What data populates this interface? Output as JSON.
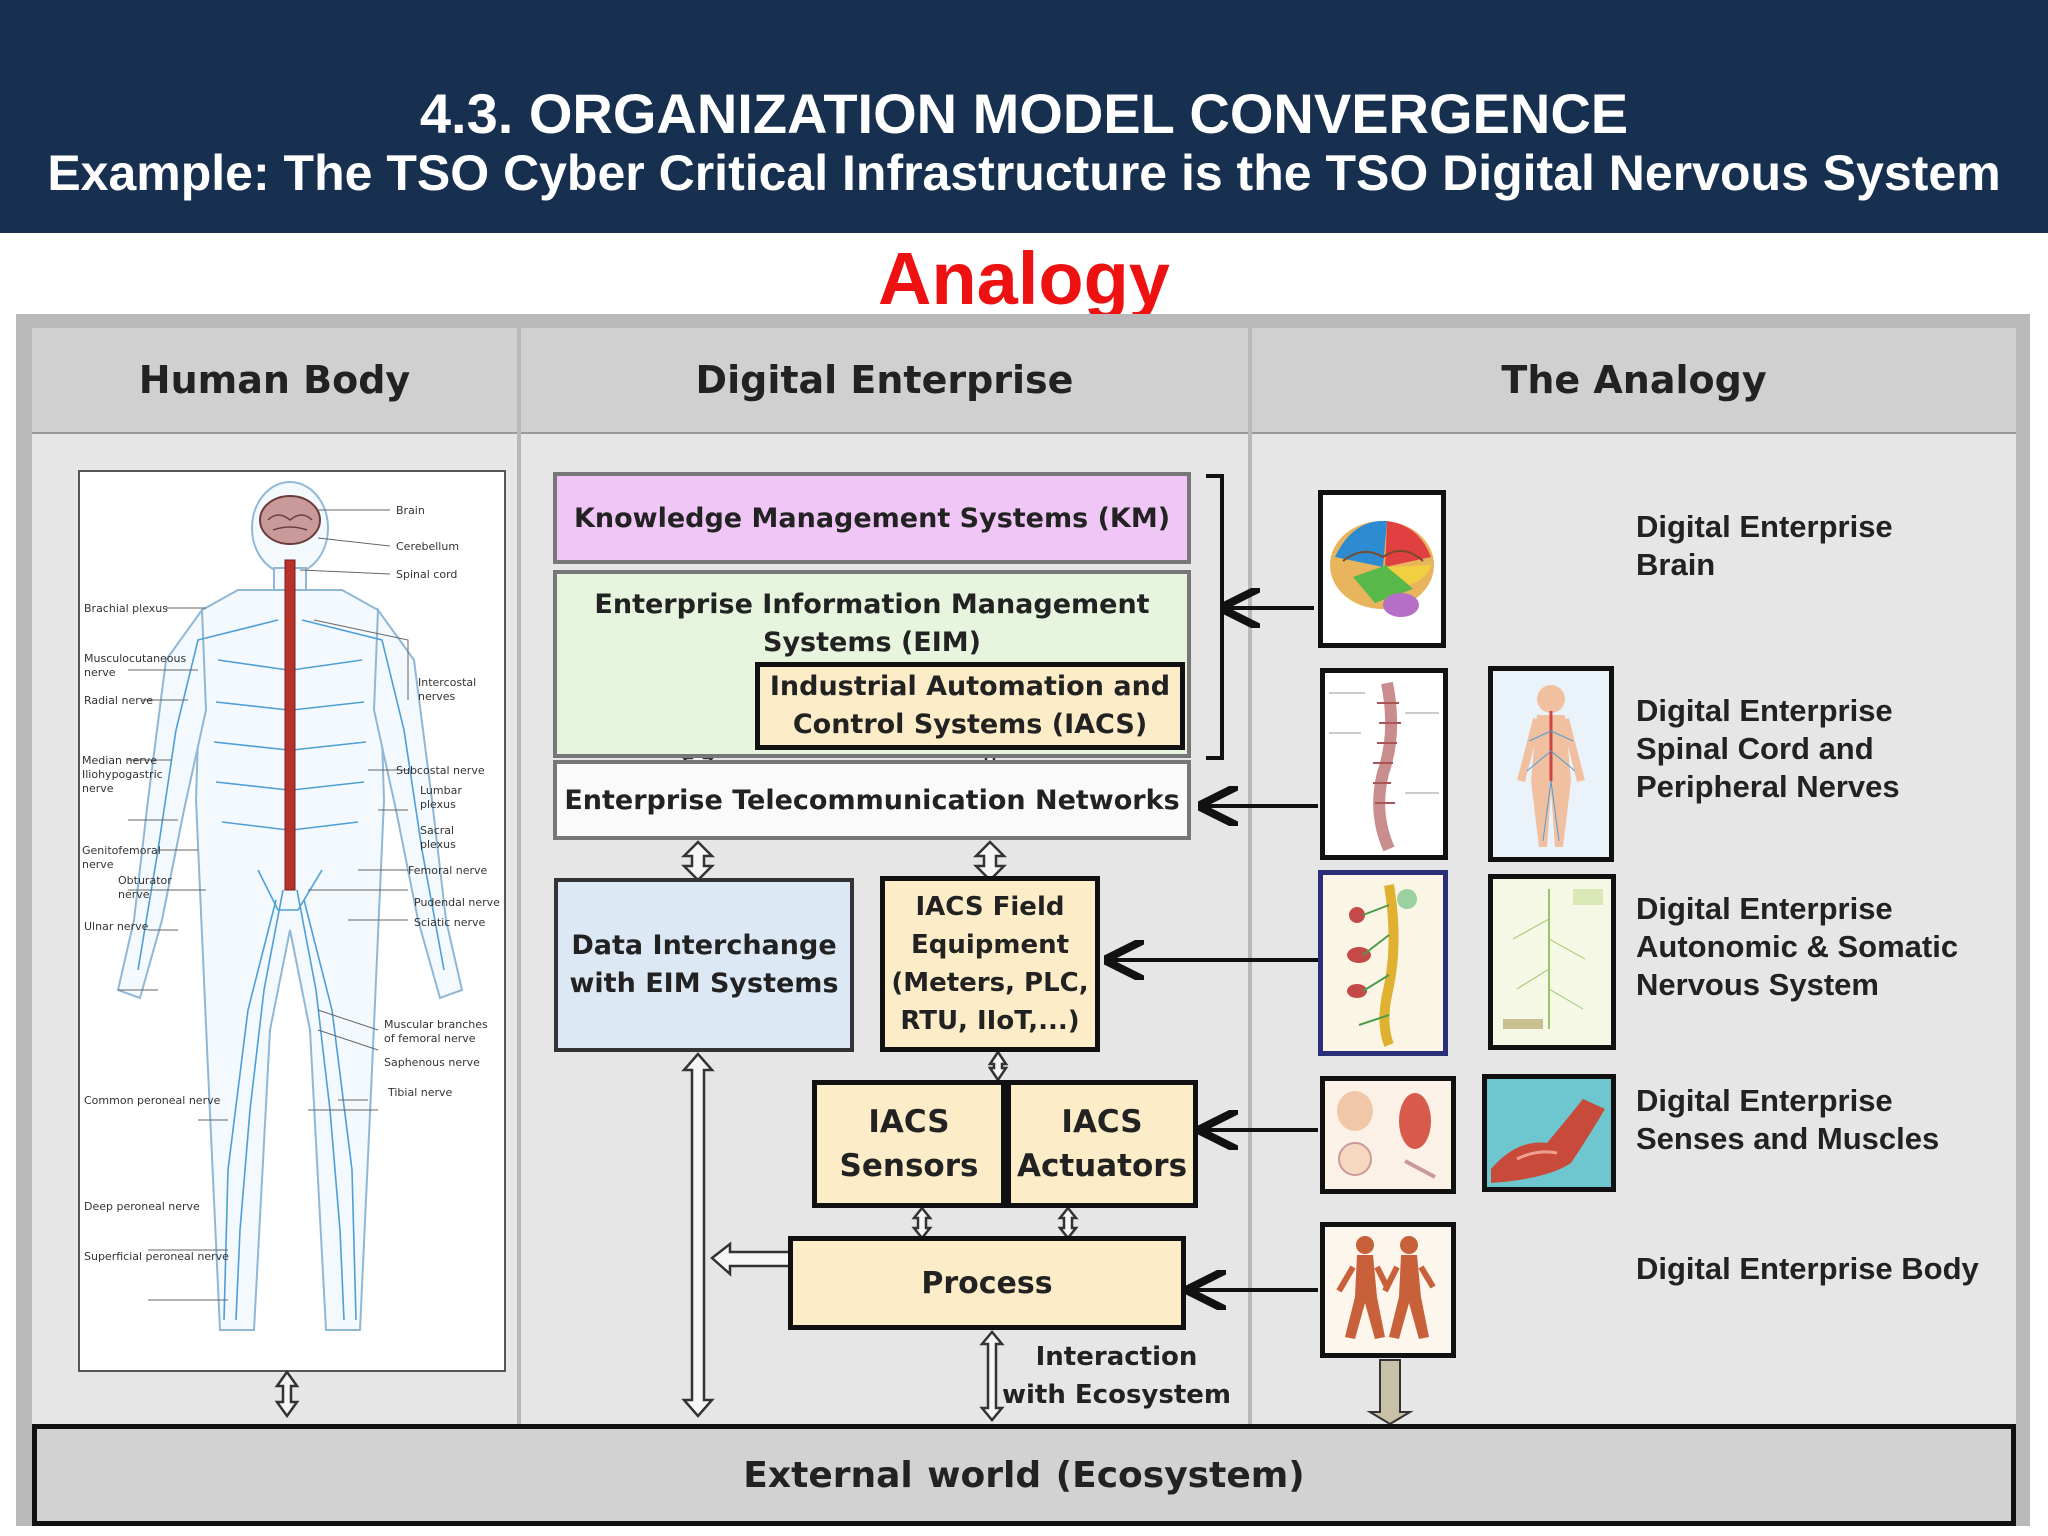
{
  "header": {
    "title": "4.3. ORGANIZATION MODEL CONVERGENCE",
    "subtitle": "Example: The TSO Cyber Critical Infrastructure is the TSO Digital Nervous System"
  },
  "analogy_title": "Analogy",
  "columns": {
    "human_body": "Human Body",
    "digital_enterprise": "Digital Enterprise",
    "the_analogy": "The Analogy"
  },
  "anatomy_labels": {
    "brain": "Brain",
    "cerebellum": "Cerebellum",
    "spinal_cord": "Spinal cord",
    "brachial_plexus": "Brachial plexus",
    "musculocutaneous_1": "Musculocutaneous",
    "musculocutaneous_2": "nerve",
    "radial": "Radial nerve",
    "intercostal_1": "Intercostal",
    "intercostal_2": "nerves",
    "subcostal": "Subcostal nerve",
    "median": "Median nerve",
    "iliohypogastric_1": "Iliohypogastric",
    "iliohypogastric_2": "nerve",
    "lumbar_1": "Lumbar",
    "lumbar_2": "plexus",
    "sacral_1": "Sacral",
    "sacral_2": "plexus",
    "genitofemoral_1": "Genitofemoral",
    "genitofemoral_2": "nerve",
    "femoral": "Femoral nerve",
    "obturator_1": "Obturator",
    "obturator_2": "nerve",
    "pudendal": "Pudendal nerve",
    "ulnar": "Ulnar nerve",
    "sciatic": "Sciatic nerve",
    "muscular_1": "Muscular branches",
    "muscular_2": "of femoral nerve",
    "saphenous": "Saphenous nerve",
    "common_peroneal": "Common peroneal nerve",
    "tibial": "Tibial nerve",
    "deep_peroneal": "Deep peroneal nerve",
    "superficial_peroneal": "Superficial peroneal nerve"
  },
  "enterprise": {
    "km": "Knowledge Management  Systems (KM)",
    "eim": "Enterprise Information Management\nSystems (EIM)",
    "iacs": "Industrial Automation and\nControl Systems (IACS)",
    "telecom": "Enterprise Telecommunication Networks",
    "data_interchange": "Data Interchange\nwith  EIM Systems",
    "field_equipment": "IACS Field\nEquipment\n(Meters, PLC,\nRTU, IIoT,...)",
    "sensors": "IACS\nSensors",
    "actuators": "IACS\nActuators",
    "process": "Process",
    "interaction": "Interaction\nwith Ecosystem"
  },
  "analogy_rows": [
    {
      "label": "Digital Enterprise\nBrain"
    },
    {
      "label": "Digital Enterprise\nSpinal Cord and\nPeripheral Nerves"
    },
    {
      "label": "Digital Enterprise\nAutonomic & Somatic\nNervous System"
    },
    {
      "label": "Digital Enterprise\nSenses and Muscles"
    },
    {
      "label": "Digital Enterprise Body"
    }
  ],
  "external_world": "External world   (Ecosystem)",
  "colors": {
    "header_bg": "#17304f",
    "analogy_red": "#ee1111",
    "km_fill": "#efc6f5",
    "eim_fill": "#e7f4de",
    "iacs_fill": "#fdecc8",
    "data_fill": "#dce8f3",
    "nerve_blue": "#4f9fd6",
    "spine_red": "#b8322c"
  }
}
